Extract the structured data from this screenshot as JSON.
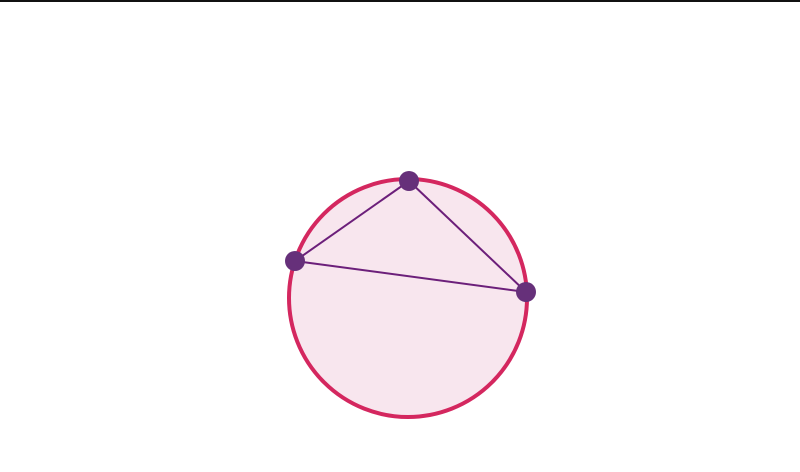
{
  "diagram": {
    "shape": "triangle inscribed in circle",
    "colors": {
      "circle_stroke": "#d4275f",
      "circle_fill": "#f8e6ee",
      "triangle_stroke": "#6c1f7a",
      "vertex_fill": "#66307a",
      "top_rule": "#111111"
    },
    "vertices": [
      "top",
      "left",
      "right"
    ]
  }
}
